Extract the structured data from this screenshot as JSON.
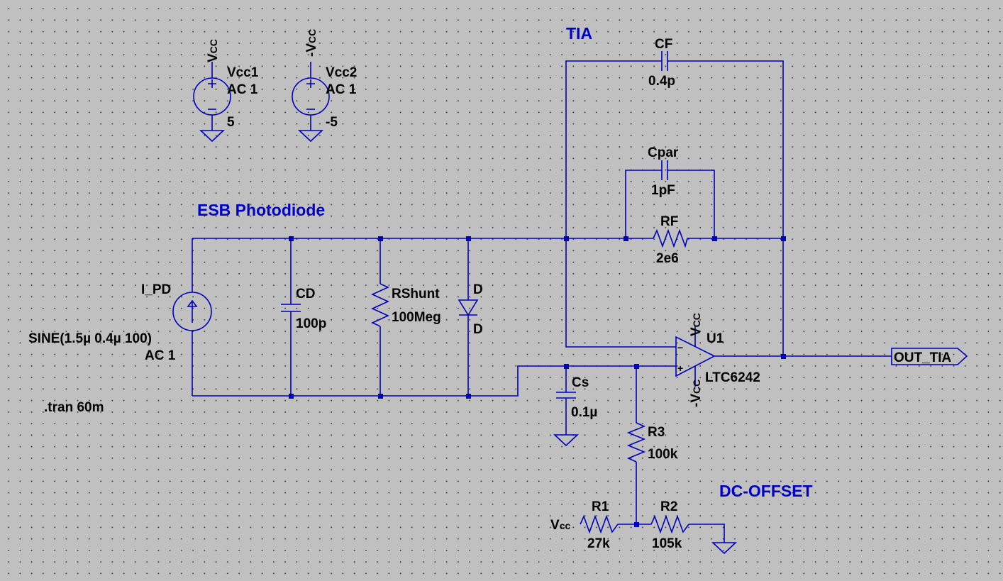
{
  "comments": {
    "tia": "TIA",
    "photodiode": "ESB Photodiode",
    "dc_offset": "DC-OFFSET"
  },
  "directive": ".tran 60m",
  "supplies": {
    "vcc1": {
      "net_main": "V",
      "net_sub": "CC",
      "name": "Vcc1",
      "ac": "AC 1",
      "value": "5"
    },
    "vcc2": {
      "net_main": "-V",
      "net_sub": "CC",
      "name": "Vcc2",
      "ac": "AC 1",
      "value": "-5"
    }
  },
  "source": {
    "name": "I_PD",
    "value": "SINE(1.5µ 0.4µ 100)",
    "ac": "AC 1"
  },
  "components": {
    "cd": {
      "name": "CD",
      "value": "100p"
    },
    "rshunt": {
      "name": "RShunt",
      "value": "100Meg"
    },
    "diode": {
      "name": "D",
      "model": "D"
    },
    "cf": {
      "name": "CF",
      "value": "0.4p"
    },
    "cpar": {
      "name": "Cpar",
      "value": "1pF"
    },
    "rf": {
      "name": "RF",
      "value": "2e6"
    },
    "cs": {
      "name": "Cs",
      "value": "0.1µ"
    },
    "r3": {
      "name": "R3",
      "value": "100k"
    },
    "r1": {
      "name": "R1",
      "value": "27k"
    },
    "r2": {
      "name": "R2",
      "value": "105k"
    }
  },
  "opamp": {
    "name": "U1",
    "model": "LTC6242",
    "pos_supply": "V",
    "pos_supply_sub": "CC",
    "neg_supply": "-V",
    "neg_supply_sub": "CC",
    "plus_sign": "+",
    "minus_sign": "−"
  },
  "nets": {
    "r1_left_main": "V",
    "r1_left_sub": "cc",
    "output": "OUT_TIA"
  },
  "colors": {
    "wire": "#0000bf",
    "background": "#c0c0c0",
    "comment": "#0000c8",
    "text": "#000000"
  }
}
